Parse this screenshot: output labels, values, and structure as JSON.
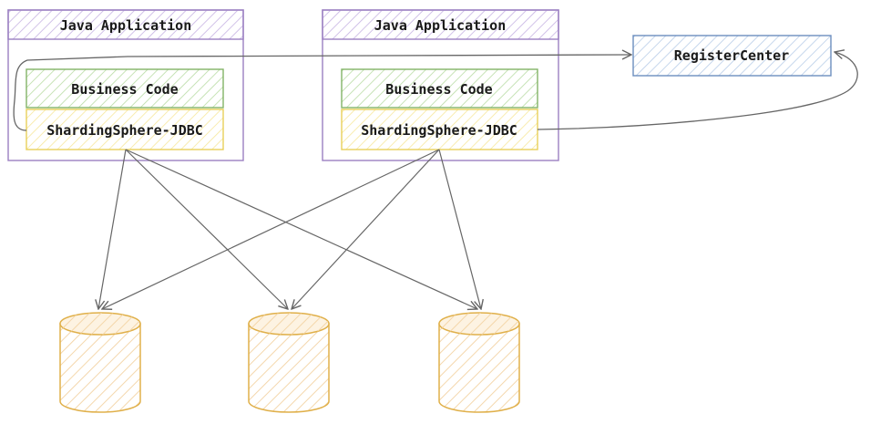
{
  "colors": {
    "app_border": "#9b7fc2",
    "app_hatch": "#c6b3e3",
    "business_border": "#82b366",
    "business_hatch": "#b9dca4",
    "jdbc_border": "#e8cf5a",
    "jdbc_hatch": "#f7e79c",
    "register_border": "#6c8ebf",
    "register_hatch": "#b8cde8",
    "db_border": "#e0b04a",
    "db_hatch": "#f3d3a3",
    "arrow": "#666666"
  },
  "apps": [
    {
      "title": "Java Application",
      "business": "Business Code",
      "jdbc": "ShardingSphere-JDBC"
    },
    {
      "title": "Java Application",
      "business": "Business Code",
      "jdbc": "ShardingSphere-JDBC"
    }
  ],
  "register_center": {
    "label": "RegisterCenter"
  },
  "databases": [
    {
      "icon": "database-icon"
    },
    {
      "icon": "database-icon"
    },
    {
      "icon": "database-icon"
    }
  ]
}
